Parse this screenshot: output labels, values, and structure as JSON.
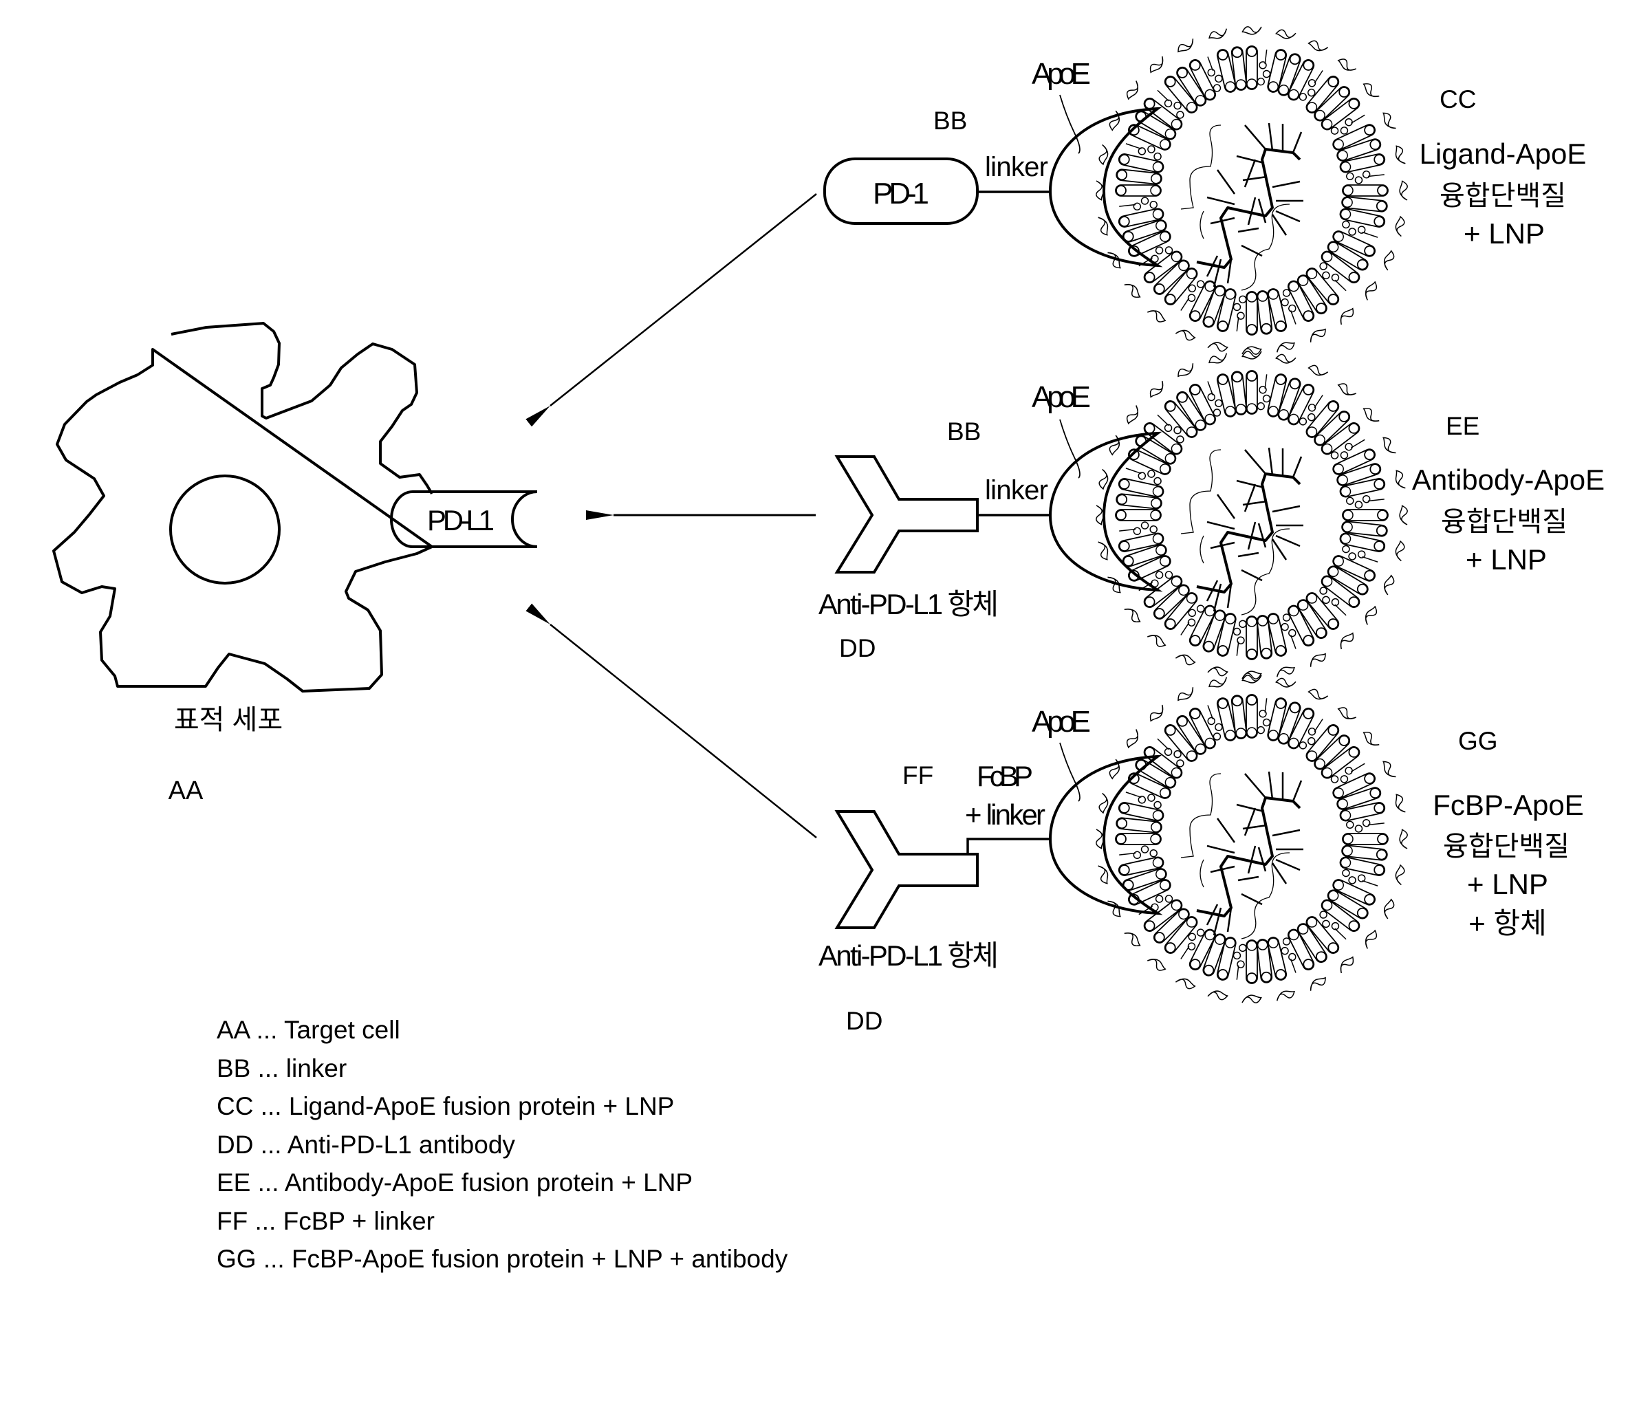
{
  "figure": {
    "target_cell": {
      "label_ko": "표적 세포",
      "code": "AA",
      "receptor_label": "PD-L1"
    },
    "constructs": [
      {
        "code": "CC",
        "binder_label": "PD-1",
        "binder_type": "ligand",
        "linker_code": "BB",
        "linker_label": "linker",
        "apoe_label": "ApoE",
        "title_lines": [
          "Ligand-ApoE",
          "융합단백질",
          "+ LNP"
        ]
      },
      {
        "code": "EE",
        "binder_label": "Anti-PD-L1 항체",
        "binder_type": "antibody",
        "binder_code": "DD",
        "linker_code": "BB",
        "linker_label": "linker",
        "apoe_label": "ApoE",
        "title_lines": [
          "Antibody-ApoE",
          "융합단백질",
          "+ LNP"
        ]
      },
      {
        "code": "GG",
        "binder_label": "Anti-PD-L1 항체",
        "binder_type": "antibody",
        "binder_code": "DD",
        "linker_code": "FF",
        "linker_label_lines": [
          "FcBP",
          "+ linker"
        ],
        "apoe_label": "ApoE",
        "title_lines": [
          "FcBP-ApoE",
          "융합단백질",
          "+ LNP",
          "+ 항체"
        ]
      }
    ],
    "arrows": [
      {
        "from": "CC",
        "to": "PD-L1"
      },
      {
        "from": "EE",
        "to": "PD-L1"
      },
      {
        "from": "GG",
        "to": "PD-L1"
      }
    ]
  },
  "legend": [
    {
      "code": "AA",
      "text": "AA ... Target cell"
    },
    {
      "code": "BB",
      "text": "BB ... linker"
    },
    {
      "code": "CC",
      "text": "CC ... Ligand-ApoE fusion protein + LNP"
    },
    {
      "code": "DD",
      "text": "DD ... Anti-PD-L1 antibody"
    },
    {
      "code": "EE",
      "text": "EE ... Antibody-ApoE fusion protein + LNP"
    },
    {
      "code": "FF",
      "text": "FF ... FcBP + linker"
    },
    {
      "code": "GG",
      "text": "GG ... FcBP-ApoE fusion protein + LNP + antibody"
    }
  ]
}
